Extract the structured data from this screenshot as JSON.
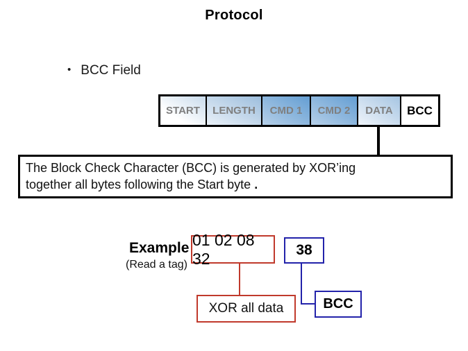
{
  "slide": {
    "title": "Protocol"
  },
  "bullet": {
    "marker": "•",
    "label": "BCC Field"
  },
  "packet_frame": {
    "cells": [
      {
        "label": "START"
      },
      {
        "label": "LENGTH"
      },
      {
        "label": "CMD 1"
      },
      {
        "label": "CMD 2"
      },
      {
        "label": "DATA"
      },
      {
        "label": "BCC"
      }
    ]
  },
  "description_box": {
    "line1": "The Block Check Character (BCC) is generated by XOR’ing",
    "line2": "together all bytes following the Start byte",
    "line2_suffix": " ."
  },
  "example": {
    "label": "Example",
    "sublabel": "(Read a tag)",
    "data_bytes": "01 02 08 32",
    "bcc_value": "38",
    "xor_caption": "XOR all data",
    "bcc_caption": "BCC"
  },
  "colors": {
    "data_highlight_red": "#c0392b",
    "bcc_highlight_blue": "#2222aa",
    "cell_label_gray": "#7f7f7f",
    "cell_blue_dark": "#649ed3",
    "cell_blue_light": "#eaf1f8",
    "frame_border": "#000000"
  }
}
